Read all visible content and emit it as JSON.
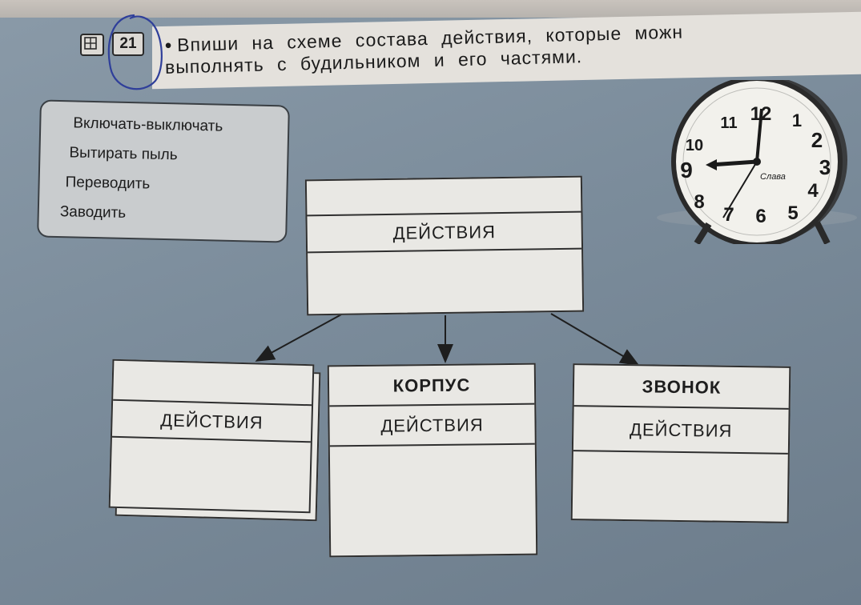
{
  "task": {
    "number": "21",
    "bullet": "•",
    "line1": "Впиши на схеме состава действия, которые можн",
    "line2": "выполнять с будильником и его частями."
  },
  "word_list": [
    "Включать-выключать",
    "Вытирать пыль",
    "Переводить",
    "Заводить"
  ],
  "diagram": {
    "top": {
      "label": "ДЕЙСТВИЯ"
    },
    "left": {
      "label": "ДЕЙСТВИЯ"
    },
    "middle": {
      "title": "КОРПУС",
      "label": "ДЕЙСТВИЯ"
    },
    "right": {
      "title": "ЗВОНОК",
      "label": "ДЕЙСТВИЯ"
    }
  },
  "clock": {
    "numerals": [
      "12",
      "1",
      "2",
      "3",
      "4",
      "5",
      "6",
      "7",
      "8",
      "9",
      "10",
      "11"
    ],
    "brand": "Слава"
  },
  "colors": {
    "page_blue": "#7b8c9b",
    "paper": "#e9e8e4",
    "ink": "#1e1e1e",
    "pen": "#2f3f9a"
  }
}
